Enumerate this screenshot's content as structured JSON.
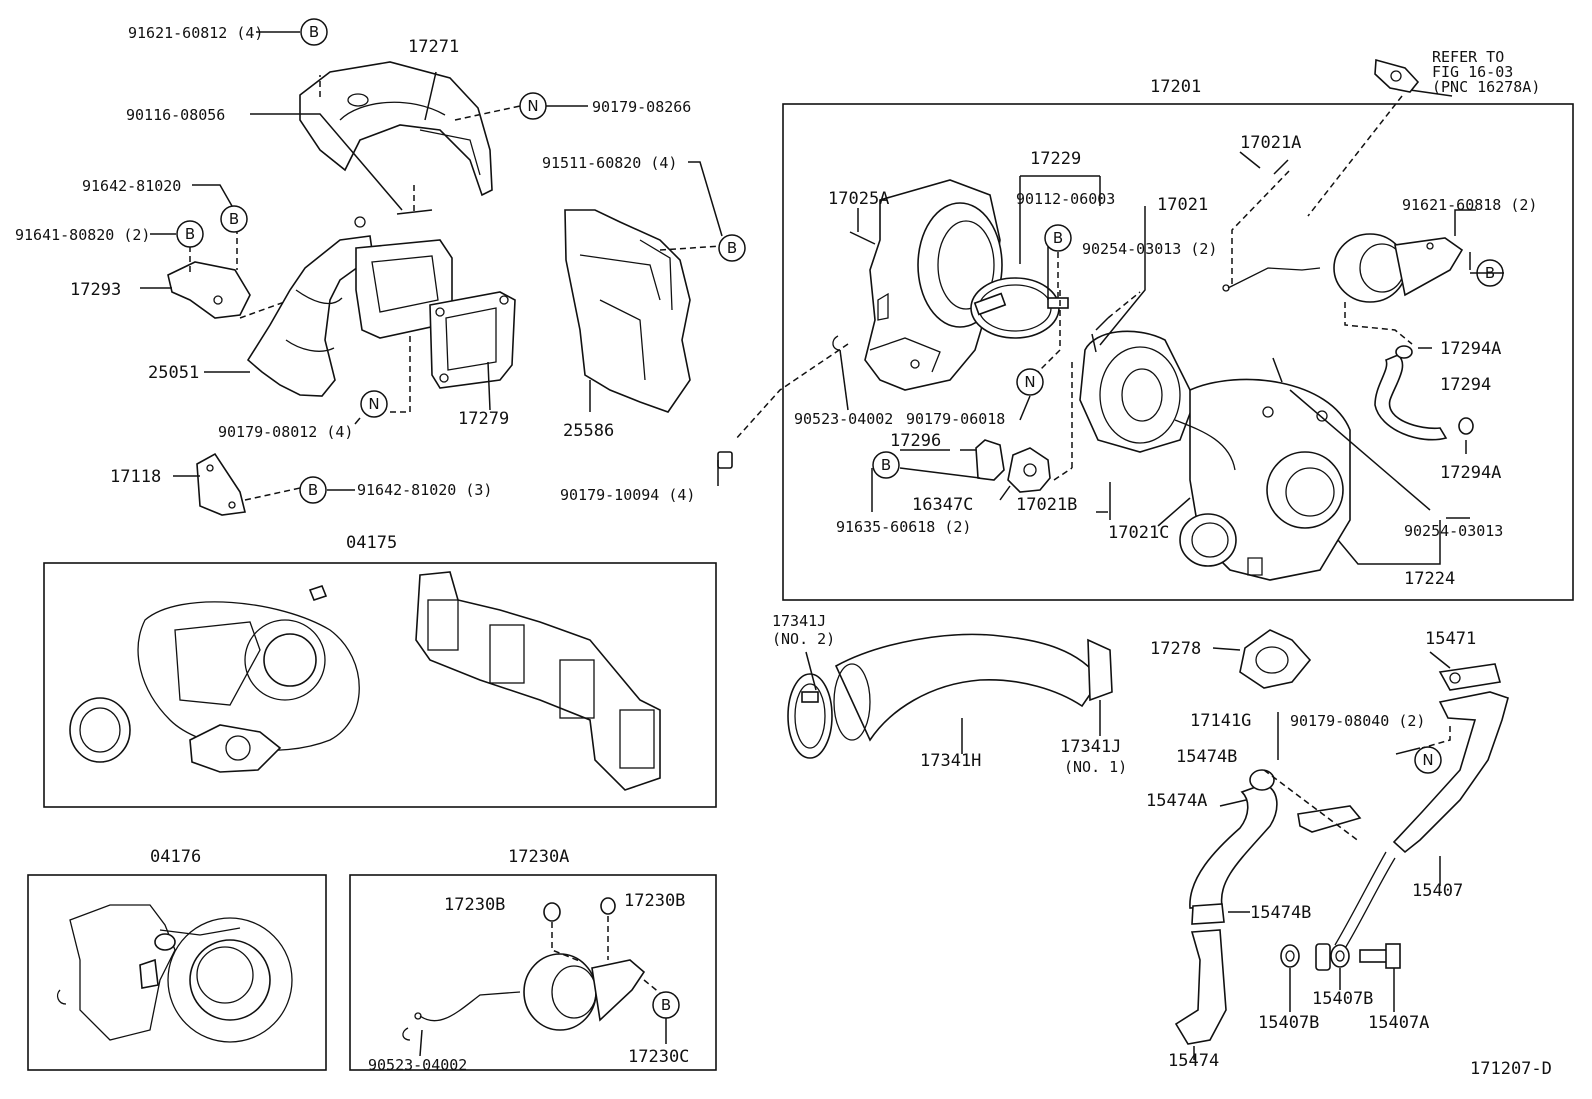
{
  "labels": {
    "p91621_60812": "91621-60812 (4)",
    "p17271": "17271",
    "p90116_08056": "90116-08056",
    "p90179_08266": "90179-08266",
    "p91642_81020a": "91642-81020",
    "p91641_80820": "91641-80820 (2)",
    "p17293": "17293",
    "p25051": "25051",
    "p90179_08012": "90179-08012 (4)",
    "p17279": "17279",
    "p17118": "17118",
    "p91642_81020b": "91642-81020 (3)",
    "p91511_60820": "91511-60820 (4)",
    "p25586": "25586",
    "p90179_10094": "90179-10094 (4)",
    "refer1": "REFER TO",
    "refer2": "FIG 16-03",
    "refer3": "(PNC 16278A)",
    "p17201": "17201",
    "p17229": "17229",
    "p90112_06003": "90112-06003",
    "p17021": "17021",
    "p17021A": "17021A",
    "p17025A": "17025A",
    "p90254_03013_2": "90254-03013 (2)",
    "p91621_60818": "91621-60818 (2)",
    "p17294A_top": "17294A",
    "p17294": "17294",
    "p17294A_bot": "17294A",
    "p90523_04002a": "90523-04002",
    "p90179_06018": "90179-06018",
    "p17296": "17296",
    "p16347C": "16347C",
    "p17021B": "17021B",
    "p17021C": "17021C",
    "p91635_60618": "91635-60618 (2)",
    "p90254_03013": "90254-03013",
    "p17224": "17224",
    "p04175": "04175",
    "p17341J_2a": "17341J",
    "p17341J_2b": "(NO. 2)",
    "p17341H": "17341H",
    "p17341J_1a": "17341J",
    "p17341J_1b": "(NO. 1)",
    "p17278": "17278",
    "p15471": "15471",
    "p17141G": "17141G",
    "p90179_08040": "90179-08040 (2)",
    "p15474B_a": "15474B",
    "p15474A": "15474A",
    "p15407": "15407",
    "p15474B_b": "15474B",
    "p15474": "15474",
    "p15407B_a": "15407B",
    "p15407B_b": "15407B",
    "p15407A": "15407A",
    "p04176": "04176",
    "p17230A": "17230A",
    "p17230B_a": "17230B",
    "p17230B_b": "17230B",
    "p17230C": "17230C",
    "p90523_04002b": "90523-04002",
    "figure_id": "171207-D"
  },
  "markers": {
    "b": "B",
    "n": "N"
  }
}
